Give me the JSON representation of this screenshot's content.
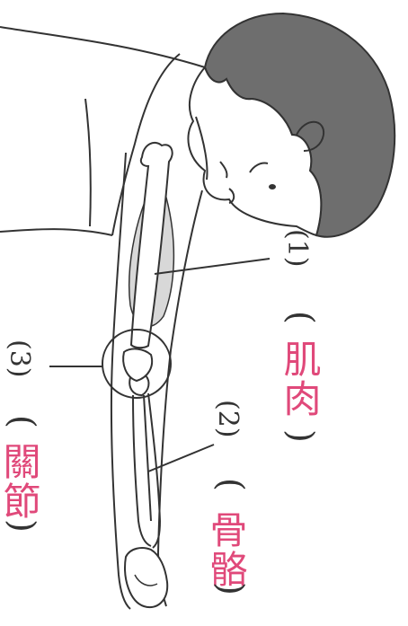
{
  "labels": {
    "l1": {
      "num": "(1)",
      "answer": "肌肉"
    },
    "l2": {
      "num": "(2)",
      "answer": "骨骼"
    },
    "l3": {
      "num": "(3)",
      "answer": "關節"
    }
  },
  "paren_open": "(",
  "paren_close": ")",
  "colors": {
    "ink": "#333333",
    "hair": "#6e6e6e",
    "muscle": "#d8d8d8",
    "answer": "#e0497a"
  }
}
